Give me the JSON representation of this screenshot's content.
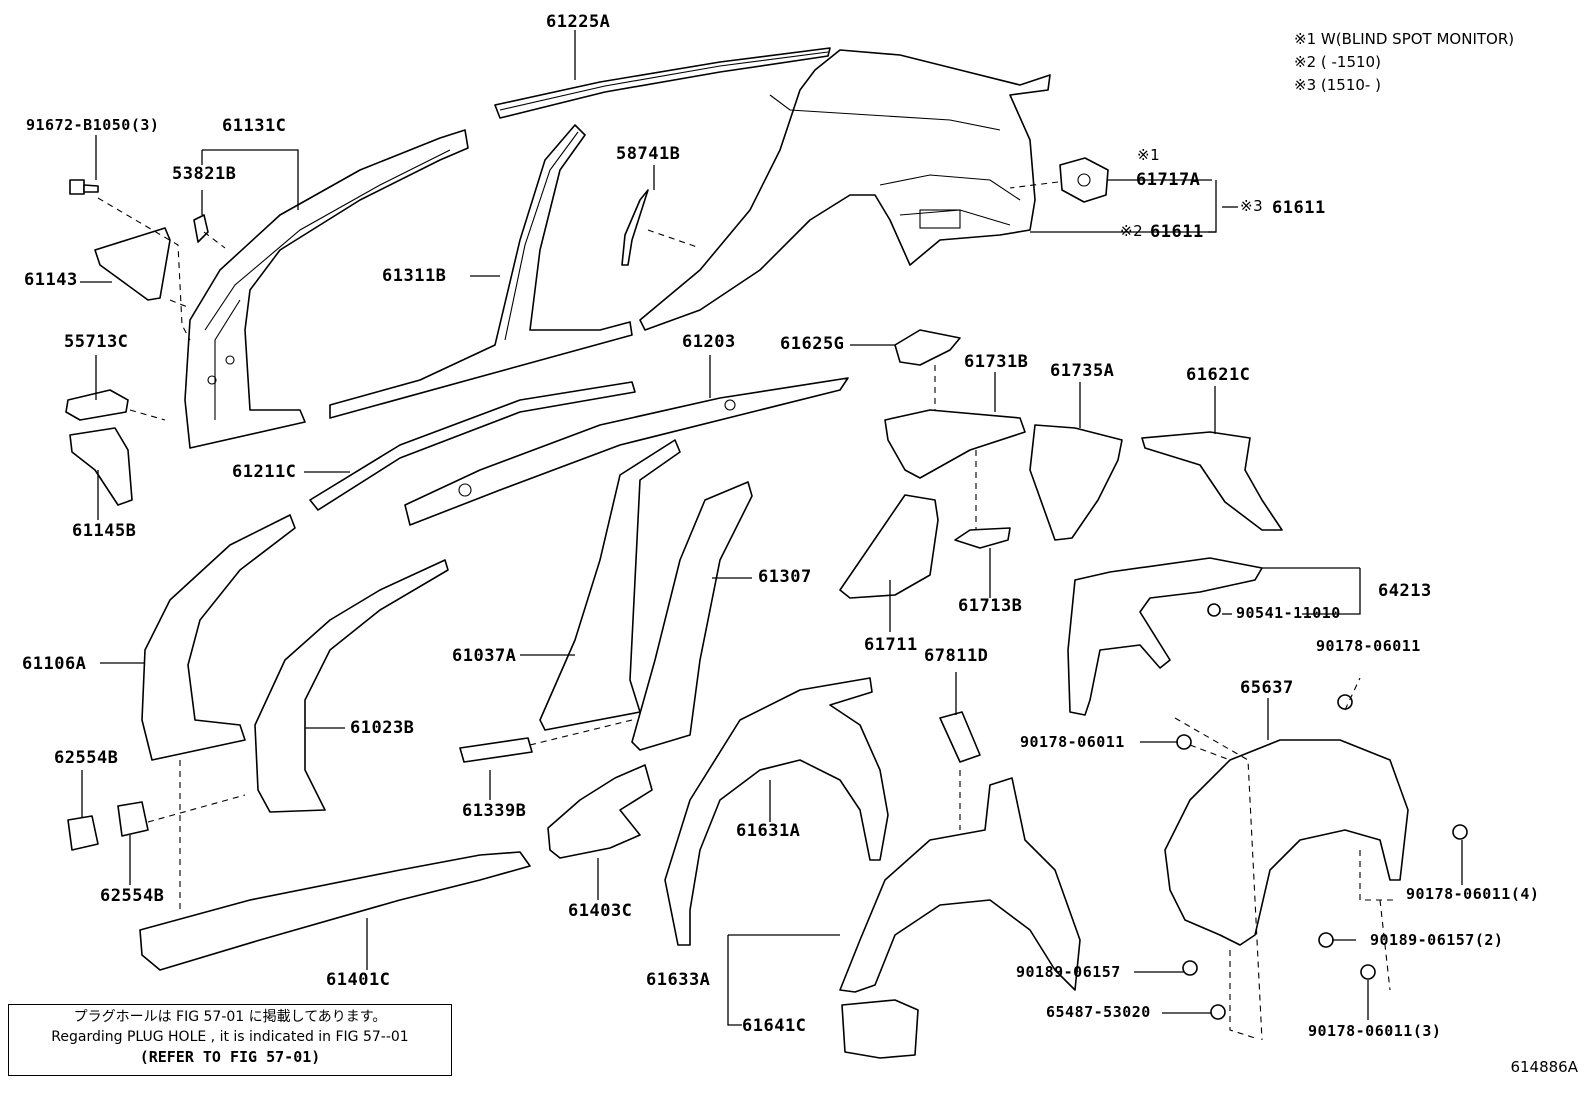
{
  "notes": [
    "※1 W(BLIND SPOT MONITOR)",
    "※2 (      -1510)",
    "※3 (1510-      )"
  ],
  "note_markers": [
    "※1",
    "※2",
    "※3"
  ],
  "labels": {
    "p61225A": "61225A",
    "p91672": "91672-B1050(3)",
    "p61131C": "61131C",
    "p53821B": "53821B",
    "p58741B": "58741B",
    "p61143": "61143",
    "p61311B": "61311B",
    "p61717A": "61717A",
    "p61611a": "61611",
    "p61611b": "61611",
    "p55713C": "55713C",
    "p61203": "61203",
    "p61625G": "61625G",
    "p61731B": "61731B",
    "p61735A": "61735A",
    "p61621C": "61621C",
    "p61211C": "61211C",
    "p61145B": "61145B",
    "p61307": "61307",
    "p61713B": "61713B",
    "p64213": "64213",
    "p90541": "90541-11010",
    "p61106A": "61106A",
    "p61037A": "61037A",
    "p61711": "61711",
    "p67811D": "67811D",
    "p90178a": "90178-06011",
    "p65637": "65637",
    "p61023B": "61023B",
    "p90178b": "90178-06011",
    "p62554Ba": "62554B",
    "p61339B": "61339B",
    "p61631A": "61631A",
    "p62554Bb": "62554B",
    "p90178c": "90178-06011(4)",
    "p61403C": "61403C",
    "p90189a": "90189-06157(2)",
    "p61401C": "61401C",
    "p61633A": "61633A",
    "p90189b": "90189-06157",
    "p65487": "65487-53020",
    "p61641C": "61641C",
    "p90178d": "90178-06011(3)"
  },
  "footnote": {
    "line1": "プラグホールは FIG 57-01 に掲載してあります。",
    "line2": "Regarding  PLUG  HOLE , it is indicated in  FIG  57--01",
    "line3": "(REFER TO FIG 57-01)"
  },
  "figure_code": "614886A"
}
